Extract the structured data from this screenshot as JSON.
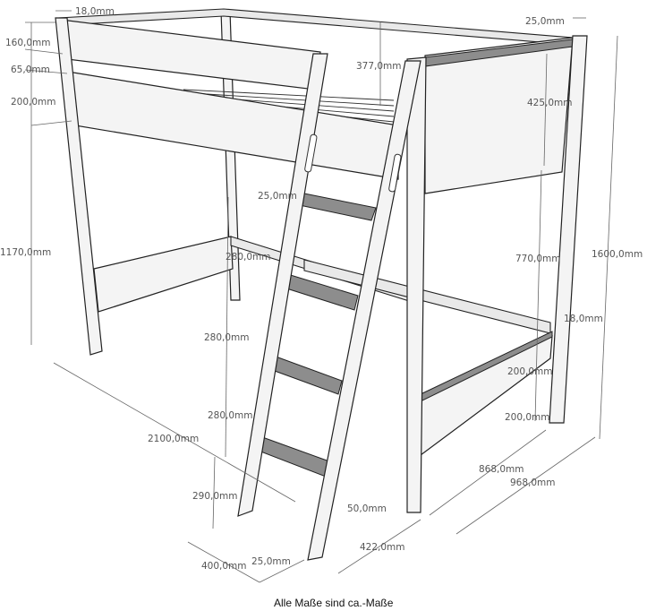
{
  "dimensions": {
    "top_post_width": "18,0mm",
    "guard_height": "160,0mm",
    "guard_gap": "65,0mm",
    "frame_height": "200,0mm",
    "guard_inner": "377,0mm",
    "right_post_width": "25,0mm",
    "end_panel_height": "425,0mm",
    "step_thickness": "25,0mm",
    "under_height": "1170,0mm",
    "step_spacing_1": "280,0mm",
    "under_end_height": "770,0mm",
    "total_height": "1600,0mm",
    "bottom_post_width": "18,0mm",
    "step_spacing_2": "280,0mm",
    "lower_panel_height_1": "200,0mm",
    "step_spacing_3": "280,0mm",
    "lower_panel_height_2": "200,0mm",
    "total_length": "2100,0mm",
    "inner_width": "868,0mm",
    "total_width": "968,0mm",
    "first_step_height": "290,0mm",
    "ladder_offset": "50,0mm",
    "ladder_depth": "422,0mm",
    "ladder_width": "400,0mm",
    "ladder_rail_width": "25,0mm"
  },
  "caption": "Alle Maße sind ca.-Maße"
}
